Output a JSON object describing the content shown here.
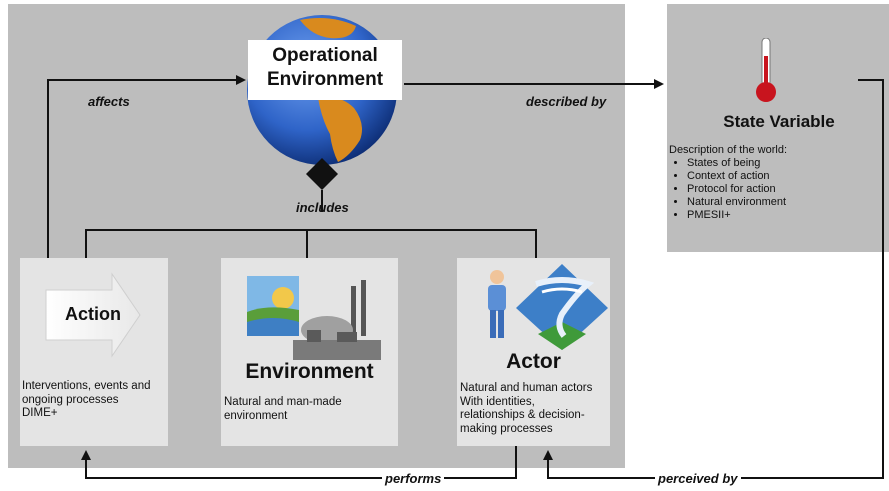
{
  "title": "Operational\nEnvironment",
  "labels": {
    "affects": "affects",
    "described_by": "described by",
    "includes": "includes",
    "performs": "performs",
    "perceived_by": "perceived by"
  },
  "action": {
    "title": "Action",
    "description": "Interventions, events and\nongoing processes\nDIME+"
  },
  "environment": {
    "title": "Environment",
    "description": "Natural and man-made\nenvironment"
  },
  "actor": {
    "title": "Actor",
    "description": "Natural and human actors\nWith identities,\nrelationships & decision-\nmaking processes"
  },
  "state_variable": {
    "title": "State Variable",
    "intro": "Description of the world:",
    "items": [
      "States of being",
      "Context of action",
      "Protocol for action",
      "Natural environment",
      "PMESII+"
    ]
  },
  "colors": {
    "panel": "#bdbdbd",
    "card": "#e4e4e4",
    "line": "#111111",
    "thermometer": "#c8141e",
    "globe_ocean": "#2f64c8",
    "globe_land": "#d98a1e"
  },
  "icons": [
    "globe-icon",
    "diamond-icon",
    "arrow-icon",
    "power-plant-icon",
    "person-icon",
    "tornado-icon",
    "thermometer-icon"
  ]
}
